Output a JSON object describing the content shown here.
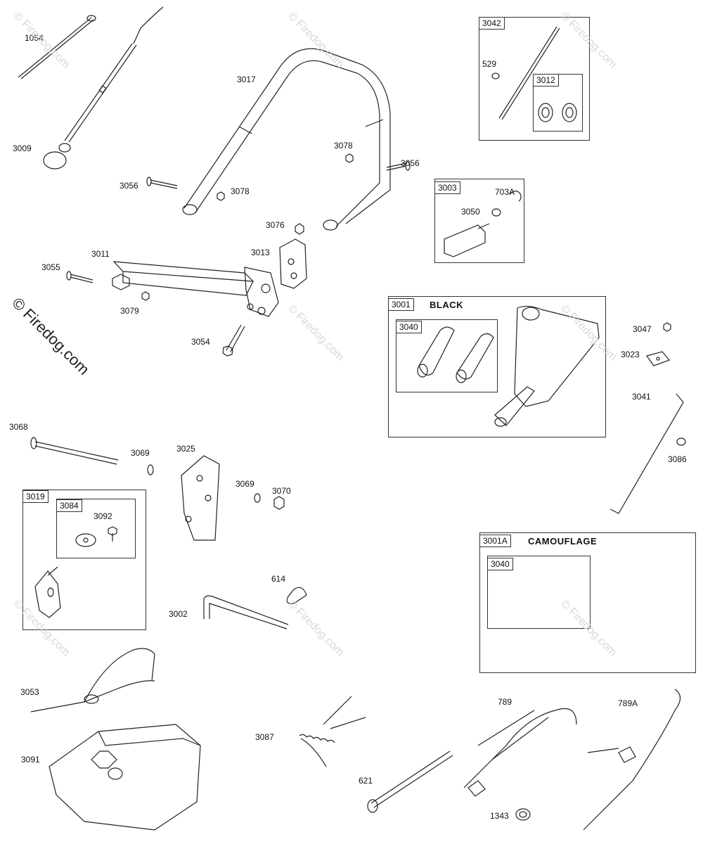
{
  "watermark": {
    "text": "© Firedog.com",
    "main_text": "© Firedog.com"
  },
  "labels": {
    "p1054": "1054",
    "p3009": "3009",
    "p3017": "3017",
    "p3078a": "3078",
    "p3078b": "3078",
    "p3056a": "3056",
    "p3056b": "3056",
    "p3076": "3076",
    "p3013": "3013",
    "p3011": "3011",
    "p3055": "3055",
    "p3079": "3079",
    "p3054": "3054",
    "p529": "529",
    "p703A": "703A",
    "p3050": "3050",
    "p3047": "3047",
    "p3023": "3023",
    "p3041": "3041",
    "p3086": "3086",
    "p3068": "3068",
    "p3069a": "3069",
    "p3025": "3025",
    "p3069b": "3069",
    "p3070": "3070",
    "p3092": "3092",
    "p614": "614",
    "p3002": "3002",
    "p3053": "3053",
    "p3087": "3087",
    "p3091": "3091",
    "p789": "789",
    "p789A": "789A",
    "p621": "621",
    "p1343": "1343"
  },
  "boxes": {
    "b3042": "3042",
    "b3012": "3012",
    "b3003": "3003",
    "b3001": "3001",
    "b3040a": "3040",
    "b3019": "3019",
    "b3084": "3084",
    "b3001A": "3001A",
    "b3040b": "3040"
  },
  "captions": {
    "black": "BLACK",
    "camouflage": "CAMOUFLAGE"
  }
}
